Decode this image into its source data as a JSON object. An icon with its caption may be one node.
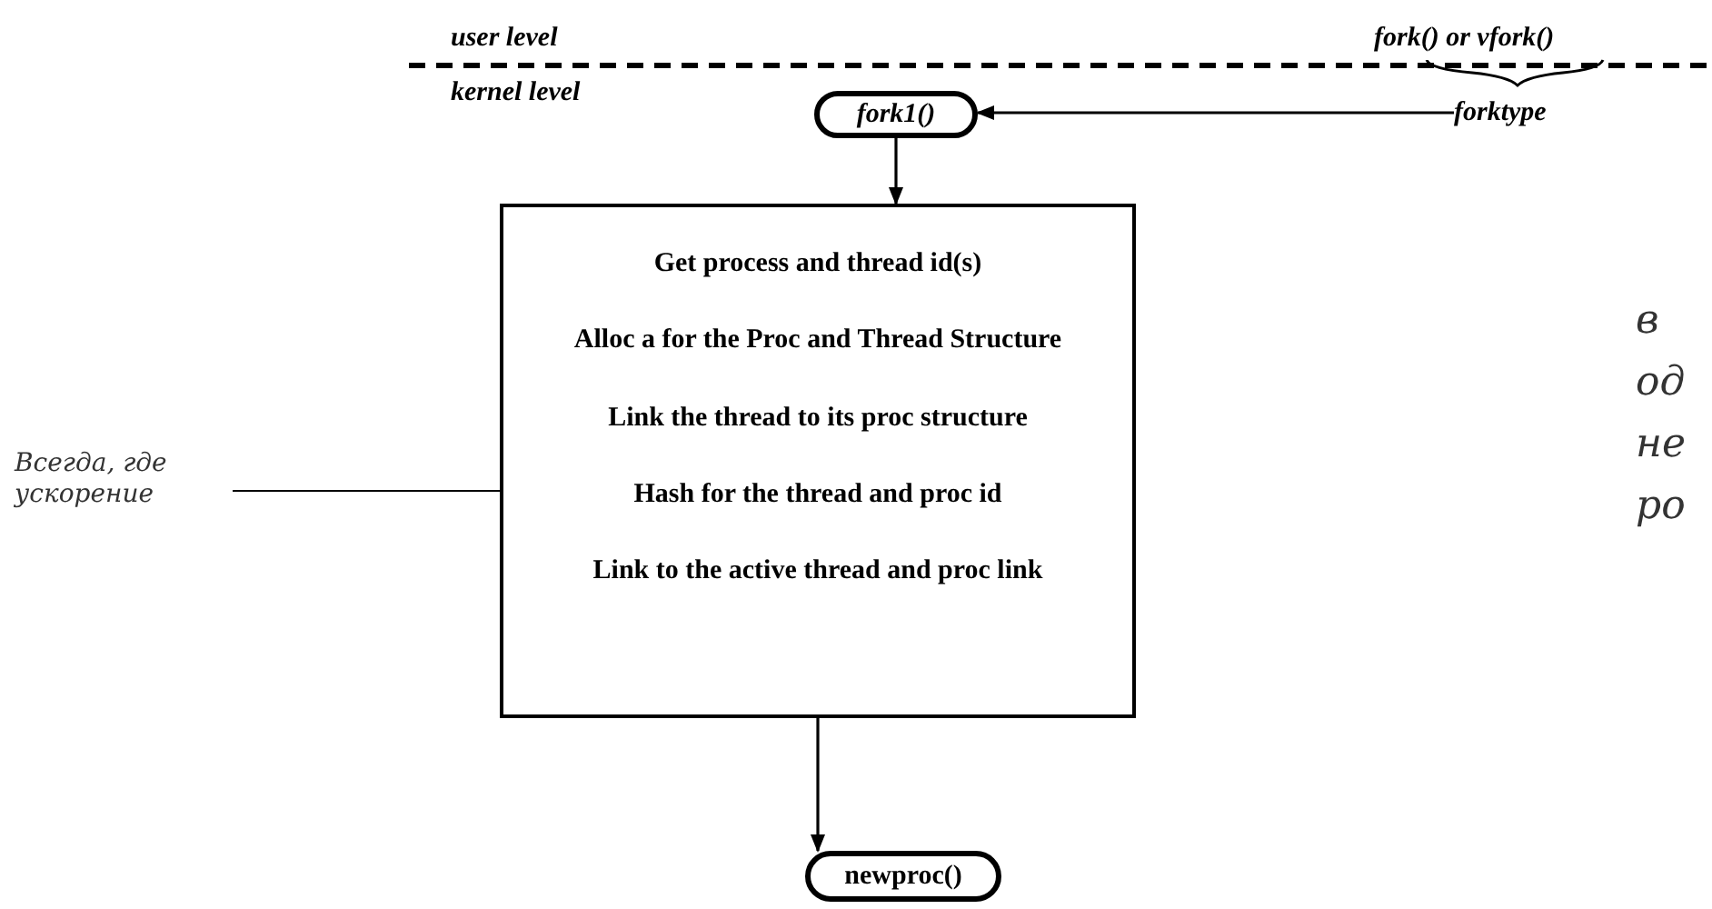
{
  "diagram": {
    "nodes": [
      {
        "text": [
          "fork1()"
        ]
      },
      {
        "text": [],
        "shape": "box"
      },
      {
        "text": [
          "Get process and thread id(s)"
        ],
        "in": 1
      },
      {
        "text": [
          "Alloc a for the Proc and Thread Structure"
        ],
        "in": 1
      },
      {
        "text": [
          "Link the thread to its proc structure"
        ],
        "in": 1
      },
      {
        "text": [
          "Hash for the thread and proc id"
        ],
        "in": 1
      },
      {
        "text": [
          "Link to the active thread and proc link"
        ],
        "in": 1
      },
      {
        "text": [
          "newproc()"
        ]
      },
      {
        "text": [
          "forktype"
        ]
      },
      {
        "text": [
          "Всегда, где ускорение"
        ]
      }
    ],
    "edges": [
      {
        "from": 0,
        "to": 1,
        "arrow": "to"
      },
      {
        "from": 1,
        "to": 7,
        "arrow": "to"
      },
      {
        "from": 8,
        "to": 0,
        "arrow": "to"
      },
      {
        "from": 9,
        "to": 5,
        "arrow": "none"
      }
    ],
    "labels": [
      "user level",
      "kernel level",
      "fork() or vfork()",
      "в од не ро"
    ]
  }
}
